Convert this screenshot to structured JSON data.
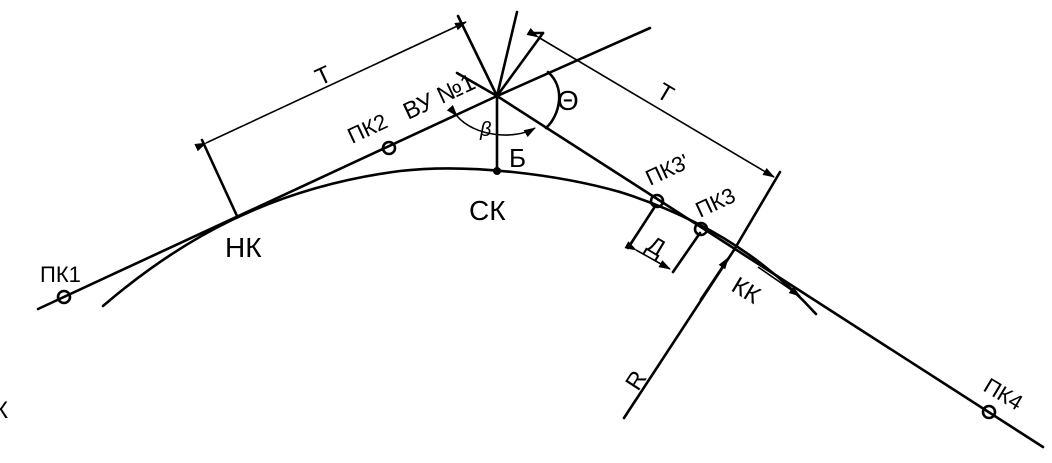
{
  "labels": {
    "t_left": "T",
    "t_right": "T",
    "vu": "ВУ №1",
    "theta": "Θ",
    "beta": "β",
    "b": "Б",
    "sk": "СК",
    "nk": "НК",
    "kk": "КК",
    "d": "Д",
    "r": "R",
    "pk1": "ПК1",
    "pk2": "ПК2",
    "pk3_prime": "ПК3'",
    "pk3": "ПК3",
    "pk4": "ПК4",
    "edge": "К"
  }
}
